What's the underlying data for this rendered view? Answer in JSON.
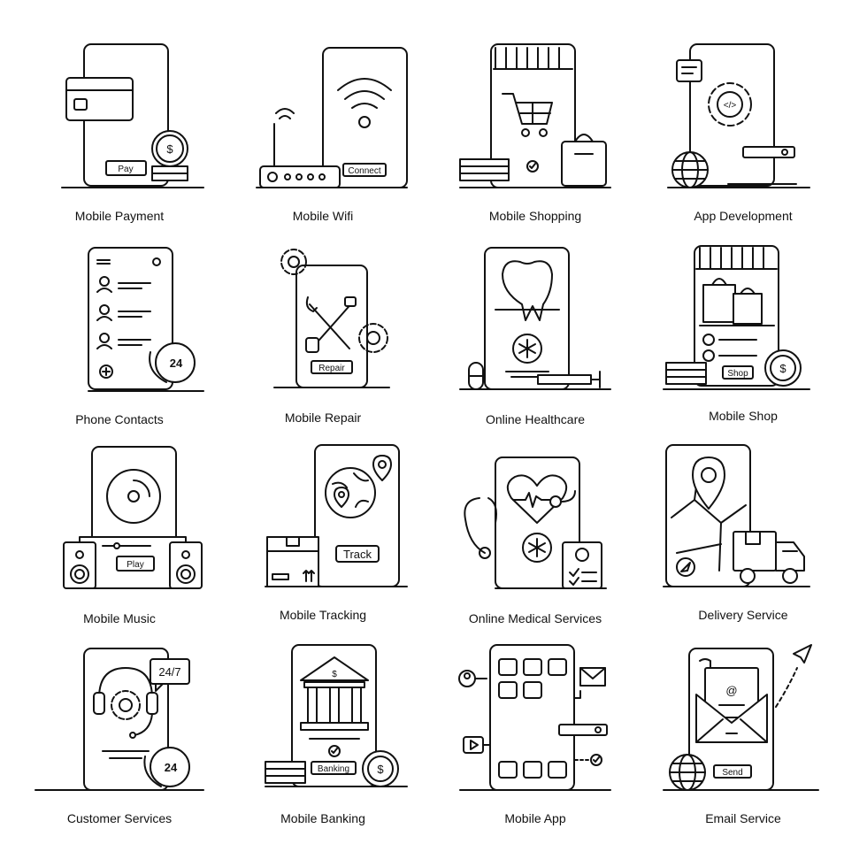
{
  "icons": [
    {
      "caption": "Mobile Payment",
      "label": "Pay"
    },
    {
      "caption": "Mobile Wifi",
      "label": "Connect"
    },
    {
      "caption": "Mobile Shopping"
    },
    {
      "caption": "App Development"
    },
    {
      "caption": "Phone Contacts",
      "label": "24"
    },
    {
      "caption": "Mobile Repair",
      "label": "Repair"
    },
    {
      "caption": "Online Healthcare"
    },
    {
      "caption": "Mobile Shop",
      "label": "Shop"
    },
    {
      "caption": "Mobile Music",
      "label": "Play"
    },
    {
      "caption": "Mobile Tracking",
      "label": "Track"
    },
    {
      "caption": "Online Medical Services"
    },
    {
      "caption": "Delivery Service"
    },
    {
      "caption": "Customer Services",
      "label": "24/7",
      "label2": "24"
    },
    {
      "caption": "Mobile Banking",
      "label": "Banking"
    },
    {
      "caption": "Mobile App"
    },
    {
      "caption": "Email Service",
      "label": "Send"
    }
  ]
}
